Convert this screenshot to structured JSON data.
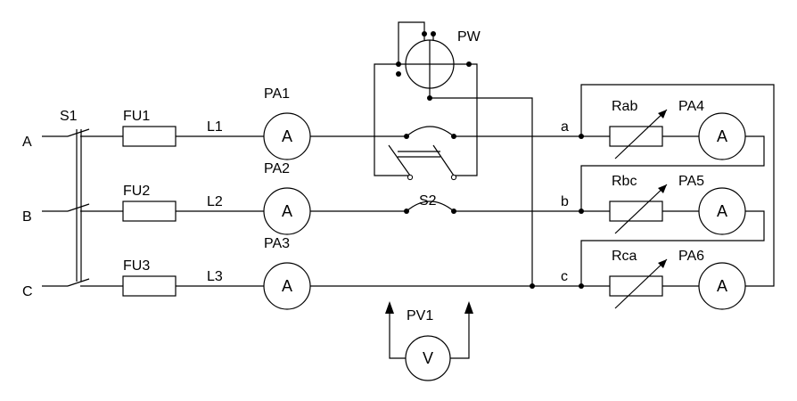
{
  "phases": [
    "A",
    "B",
    "C"
  ],
  "switch_s1": "S1",
  "switch_s2": "S2",
  "fuses": [
    "FU1",
    "FU2",
    "FU3"
  ],
  "lines": [
    "L1",
    "L2",
    "L3"
  ],
  "line_ammeters": [
    "PA1",
    "PA2",
    "PA3"
  ],
  "wattmeter": "PW",
  "nodes": [
    "a",
    "b",
    "c"
  ],
  "resistors": [
    "Rab",
    "Rbc",
    "Rca"
  ],
  "load_ammeters": [
    "PA4",
    "PA5",
    "PA6"
  ],
  "voltmeter": "PV1",
  "meter_symbols": {
    "ammeter": "A",
    "voltmeter": "V"
  }
}
